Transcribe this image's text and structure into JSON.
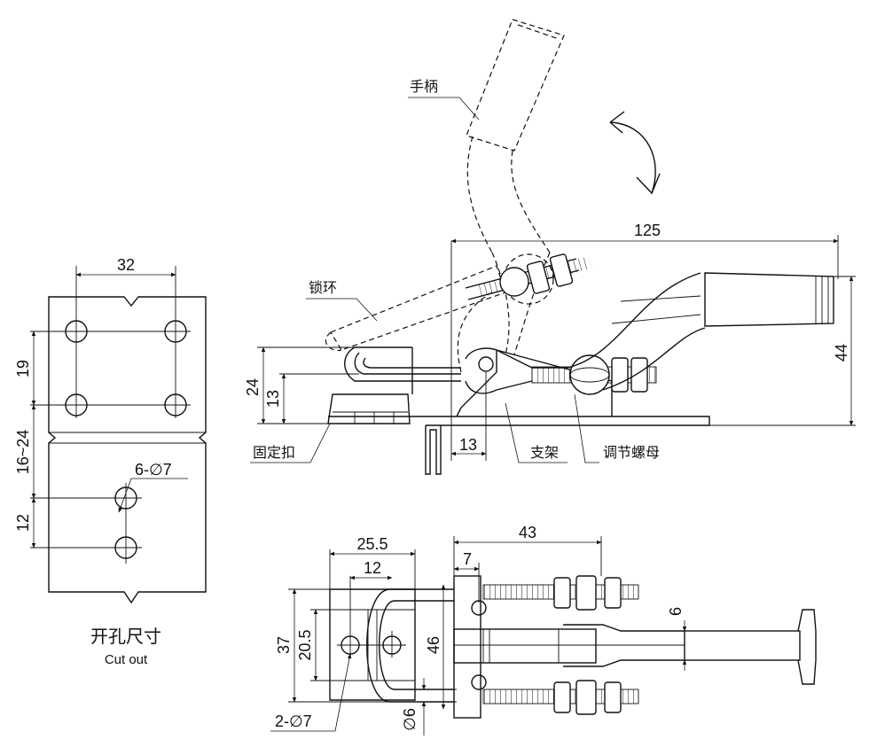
{
  "labels": {
    "handle": "手柄",
    "lock_ring": "锁环",
    "fixed_buckle": "固定扣",
    "bracket": "支架",
    "adjust_nut": "调节螺母",
    "cutout_cn": "开孔尺寸",
    "cutout_en": "Cut out"
  },
  "dimensions": {
    "cutout_width": "32",
    "cutout_v1": "19",
    "cutout_gap": "16~24",
    "cutout_v2": "12",
    "cutout_holes": "6-∅7",
    "side_length": "125",
    "side_height": "44",
    "side_h24": "24",
    "side_h13": "13",
    "side_offset13": "13",
    "bottom_25_5": "25.5",
    "bottom_12": "12",
    "bottom_43": "43",
    "bottom_7": "7",
    "bottom_37": "37",
    "bottom_20_5": "20.5",
    "bottom_46": "46",
    "bottom_6_right": "6",
    "bottom_phi6": "∅6",
    "bottom_holes": "2-∅7"
  }
}
